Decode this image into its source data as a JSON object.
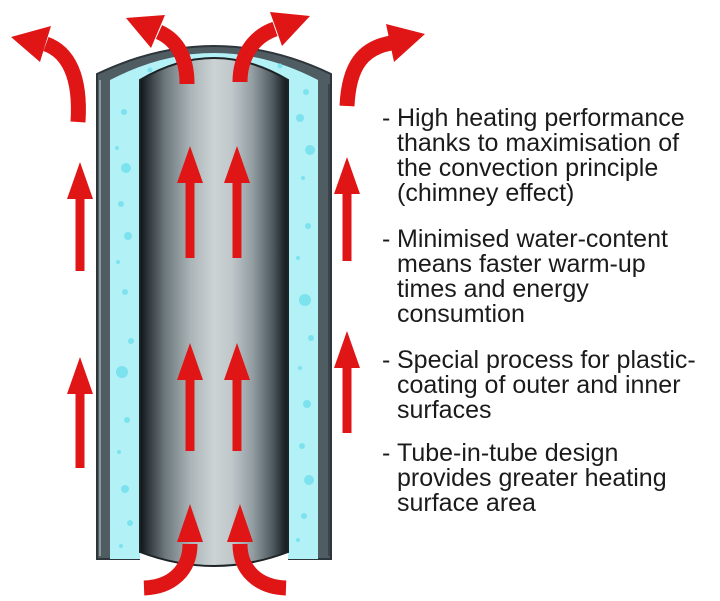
{
  "diagram": {
    "title": "tube-in-tube convection heating principle",
    "colors": {
      "arrow_red": "#e01616",
      "water_cyan": "#b2f1f6",
      "bubble_cyan": "#7ce2ee",
      "shell_dark": "#4f5c62",
      "text": "#1b1b1b",
      "background": "#ffffff"
    },
    "bullet_char": "-",
    "features": [
      {
        "lines": [
          "High heating performance",
          "thanks to maximisation of",
          "the convection principle",
          "(chimney effect)"
        ]
      },
      {
        "lines": [
          "Minimised water-content",
          "means faster warm-up",
          "times and energy",
          "consumtion"
        ]
      },
      {
        "lines": [
          "Special process for plastic-",
          "coating of outer and inner",
          "surfaces"
        ]
      },
      {
        "lines": [
          "Tube-in-tube design",
          "provides greater heating",
          "surface area"
        ]
      }
    ],
    "arrows": {
      "meaning": "hot air convection flow",
      "flow": [
        "cool air enters at bottom",
        "air rises inside inner tube and along outer surfaces",
        "warm air exits at top"
      ]
    }
  }
}
